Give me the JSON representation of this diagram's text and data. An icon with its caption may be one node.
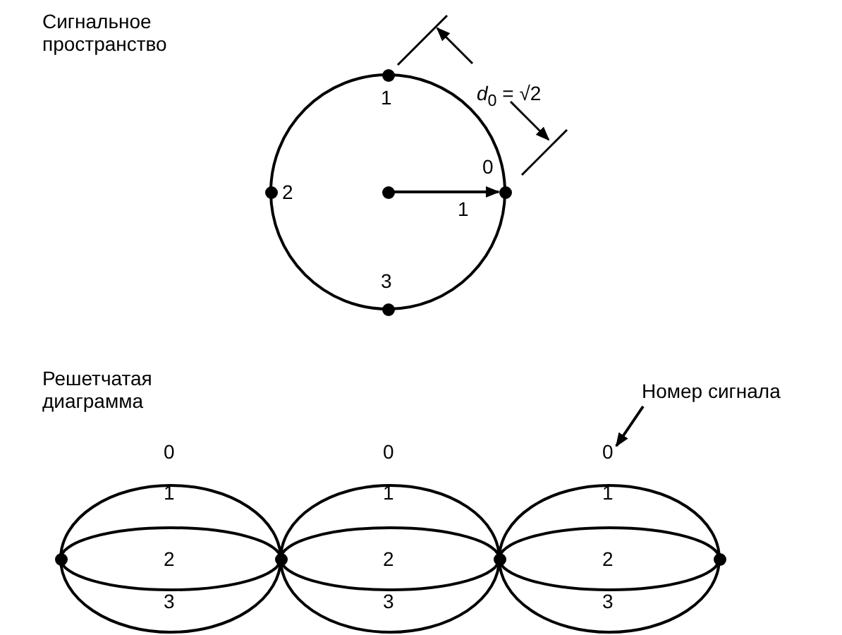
{
  "diagram": {
    "nodes": [
      {
        "text": [],
        "shape": "circle",
        "beside": [
          "1"
        ]
      },
      {
        "text": [],
        "shape": "circle",
        "beside": [
          "2"
        ]
      },
      {
        "text": [],
        "shape": "circle"
      },
      {
        "text": [],
        "shape": "circle",
        "beside": [
          "0"
        ]
      },
      {
        "text": [],
        "shape": "circle",
        "beside": [
          "3"
        ]
      },
      {
        "text": [
          "Номер сигнала"
        ]
      },
      {
        "text": [],
        "shape": "circle"
      },
      {
        "text": [],
        "shape": "circle"
      },
      {
        "text": [],
        "shape": "circle"
      },
      {
        "text": [],
        "shape": "circle"
      }
    ],
    "edges": [
      {
        "from": 2,
        "to": 3,
        "arrow": "to",
        "label": "1"
      },
      {
        "from": 5,
        "to": null,
        "arrow": "to"
      },
      {
        "from": 6,
        "to": 7,
        "arrow": "none",
        "label": "0"
      },
      {
        "from": 6,
        "to": 7,
        "arrow": "none",
        "label": "1"
      },
      {
        "from": 6,
        "to": 7,
        "arrow": "none",
        "label": "2"
      },
      {
        "from": 6,
        "to": 7,
        "arrow": "none",
        "label": "3"
      },
      {
        "from": 7,
        "to": 8,
        "arrow": "none",
        "label": "0"
      },
      {
        "from": 7,
        "to": 8,
        "arrow": "none",
        "label": "1"
      },
      {
        "from": 7,
        "to": 8,
        "arrow": "none",
        "label": "2"
      },
      {
        "from": 7,
        "to": 8,
        "arrow": "none",
        "label": "3"
      },
      {
        "from": 8,
        "to": 9,
        "arrow": "none",
        "label": "0"
      },
      {
        "from": 8,
        "to": 9,
        "arrow": "none",
        "label": "1"
      },
      {
        "from": 8,
        "to": 9,
        "arrow": "none",
        "label": "2"
      },
      {
        "from": 8,
        "to": 9,
        "arrow": "none",
        "label": "3"
      }
    ],
    "labels": [
      "Сигнальное пространство",
      "*d*$_{0}$ = √2",
      "Решетчатая диаграмма"
    ]
  }
}
